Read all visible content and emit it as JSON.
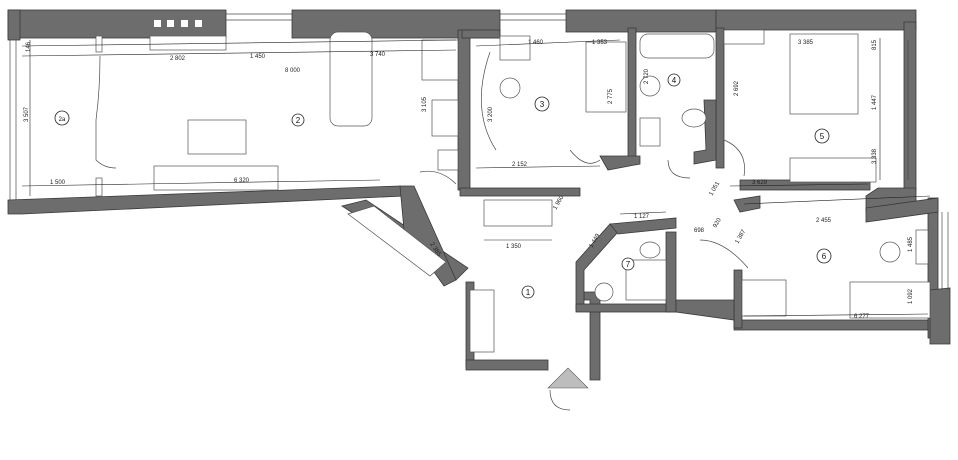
{
  "plan": {
    "room_labels": [
      "1",
      "2",
      "2a",
      "3",
      "4",
      "5",
      "6",
      "7"
    ],
    "dimensions": [
      "2 802",
      "1 450",
      "3 740",
      "8 000",
      "3 507",
      "146",
      "1 500",
      "6 320",
      "1 460",
      "1 353",
      "2 775",
      "2 152",
      "3 200",
      "3 105",
      "2 720",
      "1 960",
      "1 350",
      "2 692",
      "1 447",
      "3 385",
      "815",
      "3 338",
      "3 629",
      "1 051",
      "1 127",
      "1 449",
      "2 385",
      "920",
      "698",
      "1 387",
      "2 455",
      "1 485",
      "6 277",
      "1 092"
    ]
  },
  "colors": {
    "wall": "#6d6d6d",
    "background": "#ffffff",
    "line": "#222222"
  }
}
